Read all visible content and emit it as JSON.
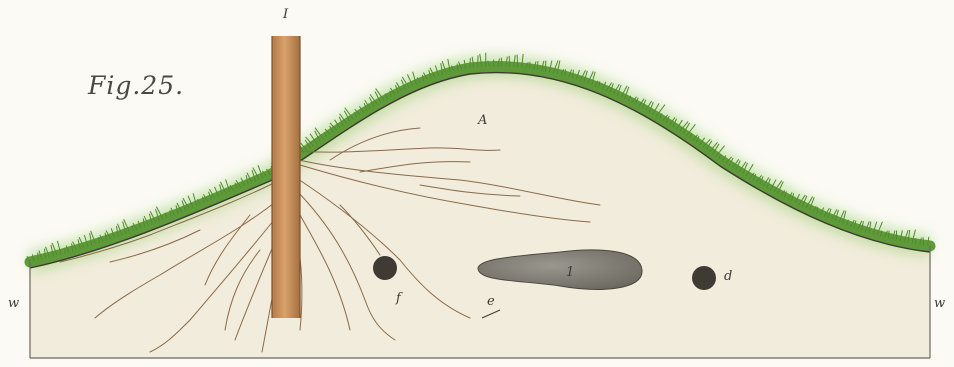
{
  "title": "Fig.25.",
  "labels": {
    "stem": "I",
    "mound": "A",
    "tuber": "1",
    "nodule_right": "d",
    "nodule_left": "f",
    "root_tip": "e",
    "water_left": "w",
    "water_right": "w"
  },
  "colors": {
    "paper": "#fbfaf4",
    "soil": "#f1ecdb",
    "grass": "#5f9a3a",
    "grass_glow": "#9fd37a",
    "stem": "#c98f5a",
    "roots": "#8a6a4a",
    "tuber": "#7c7a74",
    "nodule": "#3f3a33",
    "border": "#6a665c"
  }
}
